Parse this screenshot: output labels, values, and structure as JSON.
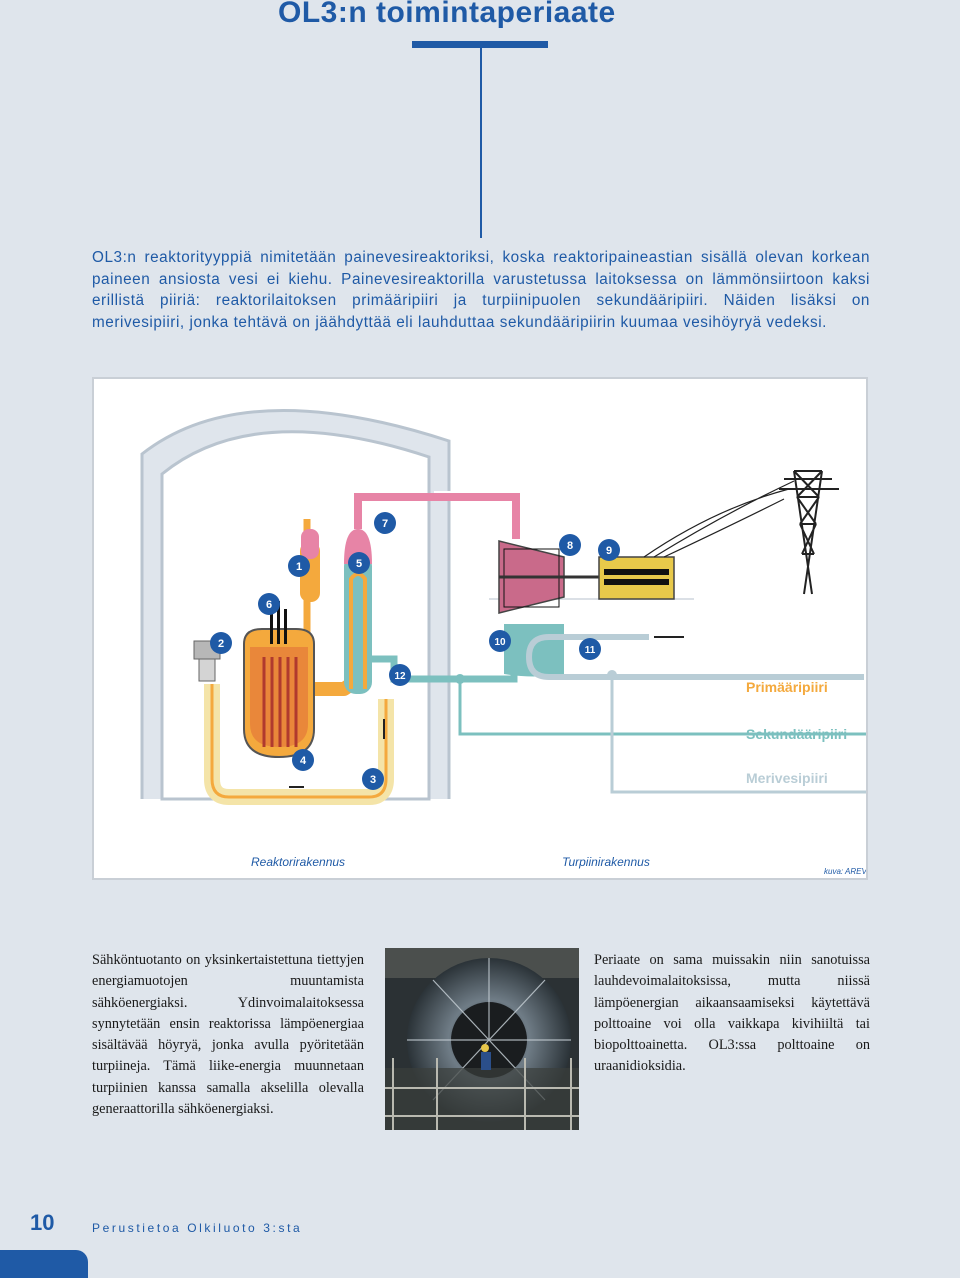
{
  "header": {
    "title": "OL3:n toimintaperiaate"
  },
  "intro": "OL3:n reaktorityyppiä nimitetään painevesireaktoriksi, koska reaktoripaineastian sisällä olevan korkean paineen ansiosta vesi ei kiehu. Painevesireaktorilla varustetussa laitoksessa on lämmönsiirtoon kaksi erillistä piiriä: reaktorilaitoksen primääripiiri ja turpiinipuolen sekundääripiiri. Näiden lisäksi on merivesipiiri, jonka tehtävä on jäähdyttää eli lauhduttaa sekundääripiirin kuumaa vesihöyryä vedeksi.",
  "diagram": {
    "numbers": {
      "n1": "1",
      "n2": "2",
      "n3": "3",
      "n4": "4",
      "n5": "5",
      "n6": "6",
      "n7": "7",
      "n8": "8",
      "n9": "9",
      "n10": "10",
      "n11": "11",
      "n12": "12"
    },
    "legend": {
      "primary": "Primääripiiri",
      "secondary": "Sekundääripiiri",
      "seawater": "Merivesipiiri"
    },
    "buildings": {
      "reactor": "Reaktorirakennus",
      "turbine": "Turpiinirakennus"
    },
    "credit": "kuva: AREVA",
    "colors": {
      "primary": "#f4a93d",
      "secondary": "#7cc0bf",
      "seawater": "#b9cdd6",
      "steam": "#e784a6",
      "accent": "#1f5aa6"
    }
  },
  "columns": {
    "left": "Sähköntuotanto on yksinkertaistettuna tiettyjen energiamuotojen muuntamista sähköenergiaksi. Ydinvoimalaitoksessa synnytetään ensin reaktorissa lämpöenergiaa sisältävää höyryä, jonka avulla pyöritetään turpiineja. Tämä liike-energia muunnetaan turpiinien kanssa samalla akselilla olevalla generaattorilla sähköenergiaksi.",
    "right": "Periaate on sama muissakin niin sanotuissa lauhdevoimalaitoksissa, mutta niissä lämpöenergian aikaansaamiseksi käytettävä polttoaine voi olla vaikkapa kivihiiltä tai biopolttoainetta. OL3:ssa polttoaine on uraanidioksidia."
  },
  "footer": {
    "page_number": "10",
    "publication": "Perustietoa Olkiluoto 3:sta"
  }
}
